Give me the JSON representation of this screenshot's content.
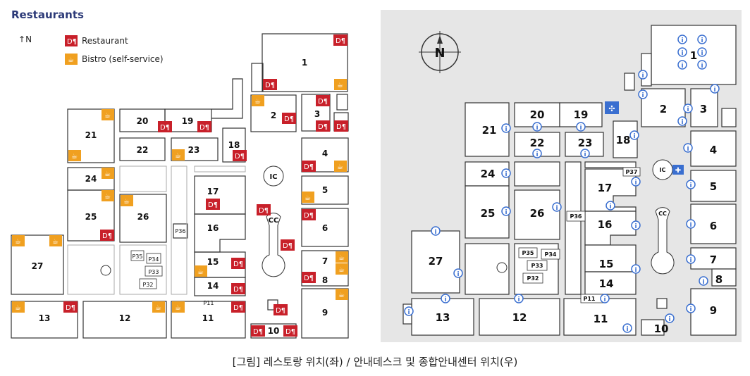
{
  "left": {
    "title": "Restaurants",
    "north_label": "N",
    "legend": [
      {
        "key": "restaurant",
        "label": "Restaurant"
      },
      {
        "key": "bistro",
        "label": "Bistro (self-service)"
      }
    ],
    "halls": [
      {
        "id": "1",
        "label": "1"
      },
      {
        "id": "2",
        "label": "2"
      },
      {
        "id": "3",
        "label": "3"
      },
      {
        "id": "4",
        "label": "4"
      },
      {
        "id": "5",
        "label": "5"
      },
      {
        "id": "6",
        "label": "6"
      },
      {
        "id": "7",
        "label": "7"
      },
      {
        "id": "8",
        "label": "8"
      },
      {
        "id": "9",
        "label": "9"
      },
      {
        "id": "10",
        "label": "10"
      },
      {
        "id": "11",
        "label": "11"
      },
      {
        "id": "12",
        "label": "12"
      },
      {
        "id": "13",
        "label": "13"
      },
      {
        "id": "14",
        "label": "14"
      },
      {
        "id": "15",
        "label": "15"
      },
      {
        "id": "16",
        "label": "16"
      },
      {
        "id": "17",
        "label": "17"
      },
      {
        "id": "18",
        "label": "18"
      },
      {
        "id": "19",
        "label": "19"
      },
      {
        "id": "20",
        "label": "20"
      },
      {
        "id": "21",
        "label": "21"
      },
      {
        "id": "22",
        "label": "22"
      },
      {
        "id": "23",
        "label": "23"
      },
      {
        "id": "24",
        "label": "24"
      },
      {
        "id": "25",
        "label": "25"
      },
      {
        "id": "26",
        "label": "26"
      },
      {
        "id": "27",
        "label": "27"
      }
    ],
    "features": {
      "ic": "IC",
      "cc": "CC",
      "p11": "P11",
      "p32": "P32",
      "p33": "P33",
      "p34": "P34",
      "p35": "P35",
      "p36": "P36"
    }
  },
  "right": {
    "north_label": "N",
    "features": {
      "ic": "IC",
      "cc": "CC",
      "p11": "P11",
      "p32": "P32",
      "p33": "P33",
      "p34": "P34",
      "p35": "P35",
      "p36": "P36",
      "p37": "P37"
    },
    "info_icon_glyph": "i"
  },
  "caption": "[그림] 레스토랑 위치(좌) / 안내데스크 및 종합안내센터 위치(우)",
  "colors": {
    "restaurant": "#c8202a",
    "bistro": "#f0a020",
    "title": "#2c3a78",
    "info": "#3a6fd0",
    "building_line": "#333333"
  }
}
